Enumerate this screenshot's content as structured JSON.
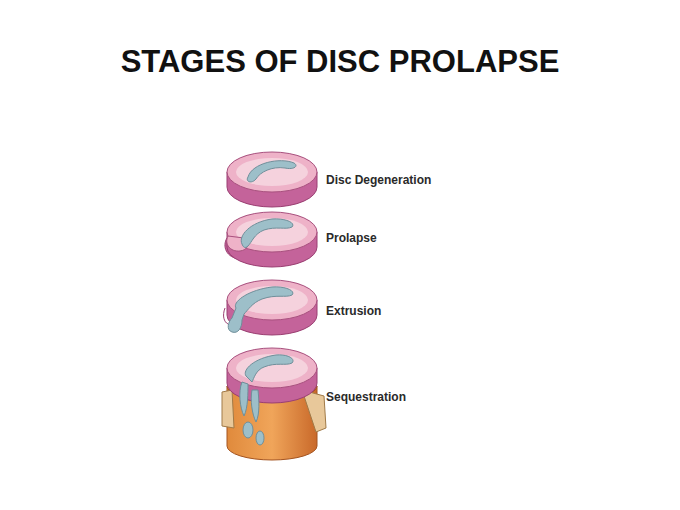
{
  "diagram": {
    "title": "STAGES OF DISC PROLAPSE",
    "labels": [
      "Disc Degeneration",
      "Prolapse",
      "Extrusion",
      "Sequestration"
    ]
  }
}
